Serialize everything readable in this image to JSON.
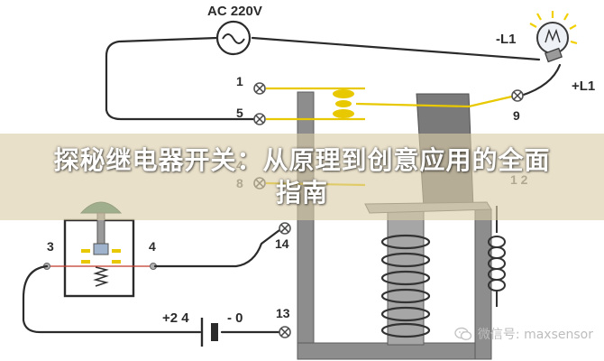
{
  "diagram": {
    "source_label": "AC 220V",
    "lamp_terminal_minus": "-L1",
    "lamp_terminal_plus": "+L1",
    "terminals": {
      "t1": "1",
      "t5": "5",
      "t9": "9",
      "t4": "4",
      "t8": "8",
      "t12": "1 2",
      "t3": "3",
      "t4b": "4",
      "t14": "14",
      "t13": "13"
    },
    "dc_plus": "+2 4",
    "dc_minus": "- 0"
  },
  "banner": {
    "title_line1": "探秘继电器开关：从原理到创意应用的全面",
    "title_line2": "指南"
  },
  "watermark": {
    "text": "微信号: maxsensor",
    "icon": "wechat-icon"
  }
}
